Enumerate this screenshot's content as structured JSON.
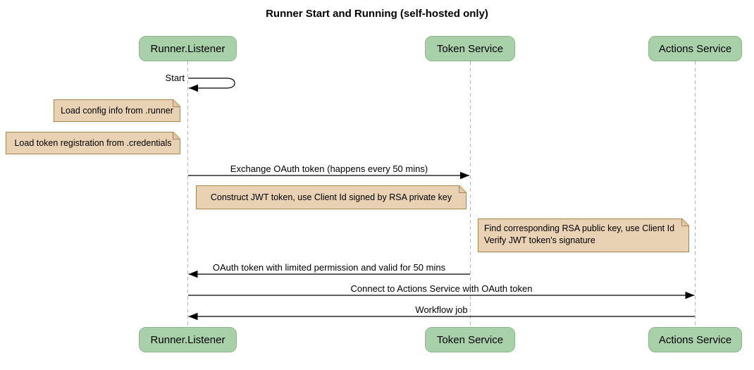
{
  "title": "Runner Start and Running (self-hosted only)",
  "actors": [
    {
      "label": "Runner.Listener"
    },
    {
      "label": "Token Service"
    },
    {
      "label": "Actions Service"
    }
  ],
  "messages": [
    {
      "label": "Start",
      "from": "Runner.Listener",
      "to": "Runner.Listener",
      "type": "self"
    },
    {
      "label": "Exchange OAuth token (happens every 50 mins)",
      "from": "Runner.Listener",
      "to": "Token Service"
    },
    {
      "label": "OAuth token with limited permission and valid for 50 mins",
      "from": "Token Service",
      "to": "Runner.Listener"
    },
    {
      "label": "Connect to Actions Service with OAuth token",
      "from": "Runner.Listener",
      "to": "Actions Service"
    },
    {
      "label": "Workflow job",
      "from": "Actions Service",
      "to": "Runner.Listener"
    }
  ],
  "notes": [
    {
      "text": "Load config info from .runner",
      "position": "left of Runner.Listener"
    },
    {
      "text": "Load token registration from .credentials",
      "position": "left of Runner.Listener"
    },
    {
      "text": "Construct JWT token, use Client Id signed by RSA private key",
      "position": "over Runner.Listener and Token Service"
    },
    {
      "lines": [
        "Find corresponding RSA public key, use Client Id",
        "Verify JWT token's signature"
      ],
      "position": "over Token Service and Actions Service"
    }
  ],
  "colors": {
    "actor_fill": "#a9d1a9",
    "actor_border": "#8cb58c",
    "note_fill": "#e9d1b3",
    "note_border": "#a8874f",
    "lifeline": "#b8b8b8",
    "arrow": "#000000",
    "background": "#ffffff"
  }
}
